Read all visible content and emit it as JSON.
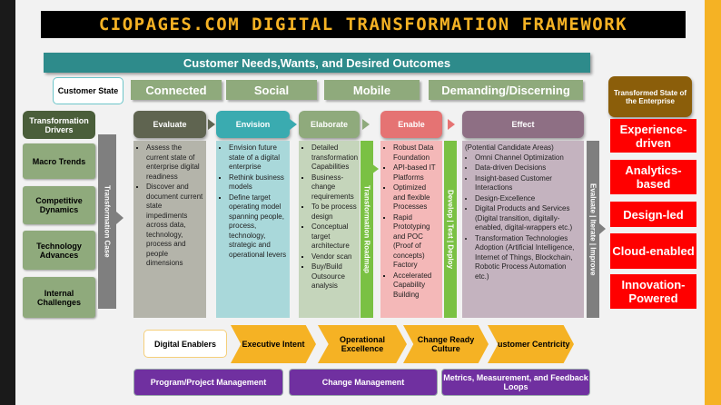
{
  "title": "CIOPAGES.COM DIGITAL TRANSFORMATION FRAMEWORK",
  "customer_needs": "Customer Needs,Wants, and Desired Outcomes",
  "customer_state": {
    "label": "Customer State",
    "states": [
      "Connected",
      "Social",
      "Mobile",
      "Demanding/Discerning"
    ]
  },
  "drivers": {
    "header": "Transformation Drivers",
    "items": [
      "Macro Trends",
      "Competitive Dynamics",
      "Technology Advances",
      "Internal Challenges"
    ]
  },
  "transformation_case": "Transformation Case",
  "phases": [
    {
      "name": "Evaluate",
      "bullets": [
        "Assess the current state of enterprise digital readiness",
        "Discover and document current state impediments across data, technology, process and people dimensions"
      ]
    },
    {
      "name": "Envision",
      "bullets": [
        "Envision future state of a digital enterprise",
        "Rethink business models",
        "Define target operating model spanning people, process, technology, strategic and operational levers"
      ]
    },
    {
      "name": "Elaborate",
      "bullets": [
        "Detailed transformation Capabilities",
        "Business-change requirements",
        "To be process design",
        "Conceptual target architecture",
        "Vendor scan",
        "Buy/Build Outsource analysis"
      ]
    },
    {
      "name": "Enable",
      "bullets": [
        "Robust Data Foundation",
        "API-based IT Platforms",
        "Optimized and flexible Processes",
        "Rapid Prototyping and POC (Proof of concepts) Factory",
        "Accelerated Capability Building"
      ]
    },
    {
      "name": "Effect",
      "intro": "(Potential Candidate Areas)",
      "bullets": [
        "Omni Channel Optimization",
        "Data-driven Decisions",
        "Insight-based Customer Interactions",
        "Design-Excellence",
        "Digital Products and Services (Digital transition, digitally-enabled, digital-wrappers etc.)",
        "Transformation Technologies Adoption (Artificial Intelligence, Internet of Things, Blockchain, Robotic Process Automation etc.)"
      ]
    }
  ],
  "roadmap": "Transformation Roadmap",
  "develop": "Develop | Test | Deploy",
  "iterate": "Evaluate | Iterate | Improve",
  "transformed": {
    "header": "Transformed State of the Enterprise",
    "items": [
      "Experience-driven",
      "Analytics-based",
      "Design-led",
      "Cloud-enabled",
      "Innovation-Powered"
    ]
  },
  "enablers": {
    "label": "Digital Enablers",
    "items": [
      "Executive Intent",
      "Operational Excellence",
      "Change Ready Culture",
      "Customer Centricity"
    ]
  },
  "foundations": [
    "Program/Project Management",
    "Change Management",
    "Metrics, Measurement, and Feedback Loops"
  ],
  "colors": {
    "accent": "#f5b224",
    "teal": "#2e8b8b",
    "purple": "#7030a0",
    "red": "#ff0000"
  }
}
